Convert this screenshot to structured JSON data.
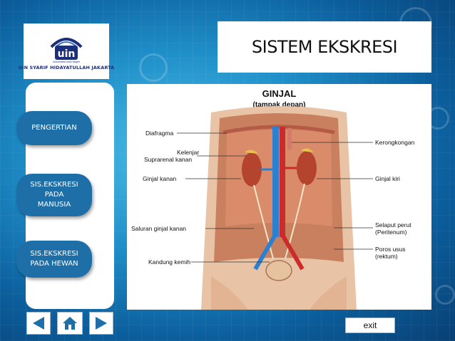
{
  "logo": {
    "name": "UIN SYARIF HIDAYATULLAH JAKARTA",
    "sub": "Universitas Islam Negeri"
  },
  "title": "SISTEM EKSKRESI",
  "nav": [
    {
      "label": "PENGERTIAN"
    },
    {
      "label": "SIS.EKSKRESI PADA MANUSIA",
      "lines": [
        "SIS.EKSKRESI",
        "PADA",
        "MANUSIA"
      ]
    },
    {
      "label": "SIS.EKSKRESI PADA HEWAN",
      "lines": [
        "SIS.EKSKRESI",
        "PADA HEWAN"
      ]
    }
  ],
  "diagram": {
    "title": "GINJAL",
    "subtitle": "(tampak depan)",
    "labels_left": [
      "Diafragma",
      "Kelenjar",
      "Suprarenal kanan",
      "Ginjal kanan",
      "Saluran ginjal kanan",
      "Kandung kemih"
    ],
    "labels_right": [
      "Kerongkongan",
      "Ginjal kiri",
      "Selaput perut",
      "(Peritenum)",
      "Poros usus",
      "(rektum)"
    ]
  },
  "exit": "exit",
  "colors": {
    "button": "#1e6fa8",
    "background": "#1f8fc9"
  },
  "icons": [
    "prev-arrow-icon",
    "home-icon",
    "next-arrow-icon"
  ]
}
